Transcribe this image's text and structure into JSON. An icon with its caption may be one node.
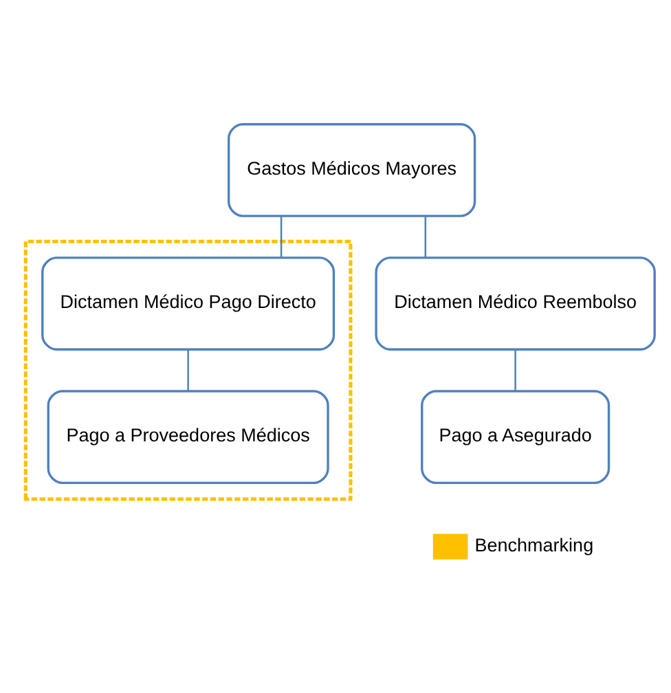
{
  "diagram": {
    "nodes": [
      {
        "text": [
          "Gastos Médicos Mayores"
        ]
      },
      {
        "text": [],
        "shape": "box"
      },
      {
        "text": [
          "Dictamen Médico Pago Directo"
        ],
        "in": 1
      },
      {
        "text": [
          "Pago a Proveedores Médicos"
        ],
        "in": 1
      },
      {
        "text": [
          "Dictamen Médico Reembolso"
        ]
      },
      {
        "text": [
          "Pago a Asegurado"
        ]
      }
    ],
    "edges": [
      {
        "from": 0,
        "to": 2,
        "arrow": "none"
      },
      {
        "from": 0,
        "to": 4,
        "arrow": "none"
      },
      {
        "from": 2,
        "to": 3,
        "arrow": "none"
      },
      {
        "from": 4,
        "to": 5,
        "arrow": "none"
      }
    ],
    "legend": [
      {
        "text": "Benchmarking",
        "color": "#ffc000"
      }
    ]
  }
}
